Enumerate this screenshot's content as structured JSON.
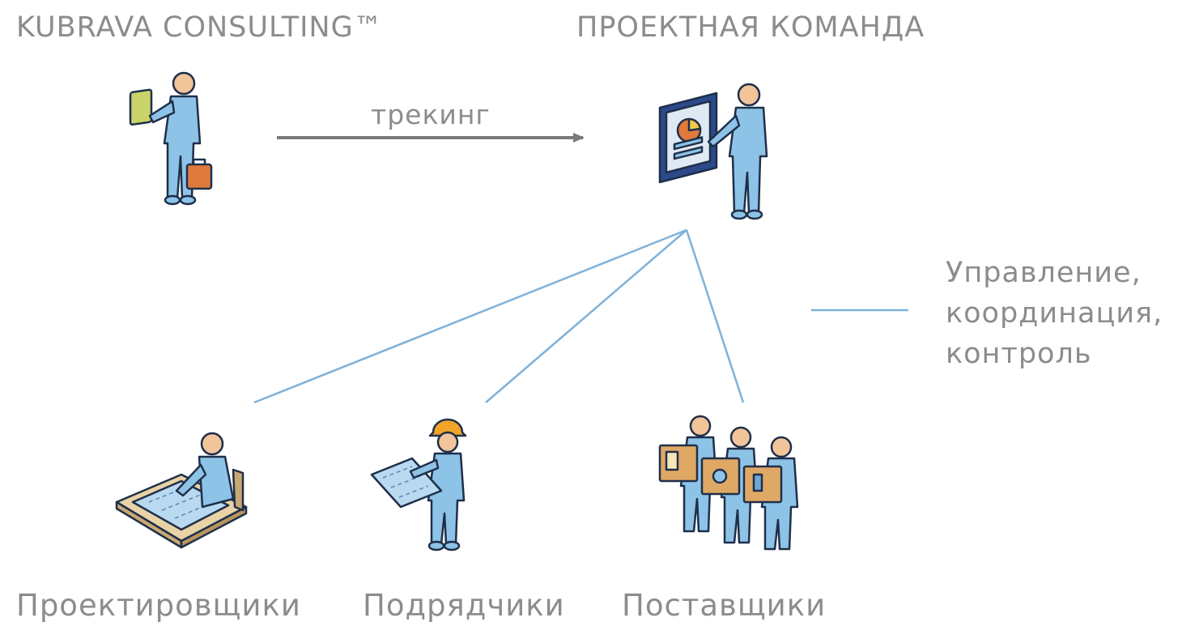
{
  "header": {
    "left_title": "KUBRAVA CONSULTING™",
    "right_title": "ПРОЕКТНАЯ КОМАНДА"
  },
  "arrow": {
    "label": "трекинг"
  },
  "legend": {
    "line1": "Управление,",
    "line2": "координация,",
    "line3": "контроль",
    "line_color": "#7fb1d8"
  },
  "roles": {
    "designers": "Проектировщики",
    "contractors": "Подрядчики",
    "suppliers": "Поставщики"
  },
  "icons": [
    "consultant-icon",
    "presenter-icon",
    "designer-icon",
    "contractor-icon",
    "suppliers-icon"
  ],
  "colors": {
    "figure_body": "#8dc3e6",
    "figure_outline": "#1f2f4a",
    "skin": "#f2c49a",
    "briefcase": "#e07a3c",
    "connector": "#7fb1d8",
    "arrow": "#7a7a7a"
  }
}
